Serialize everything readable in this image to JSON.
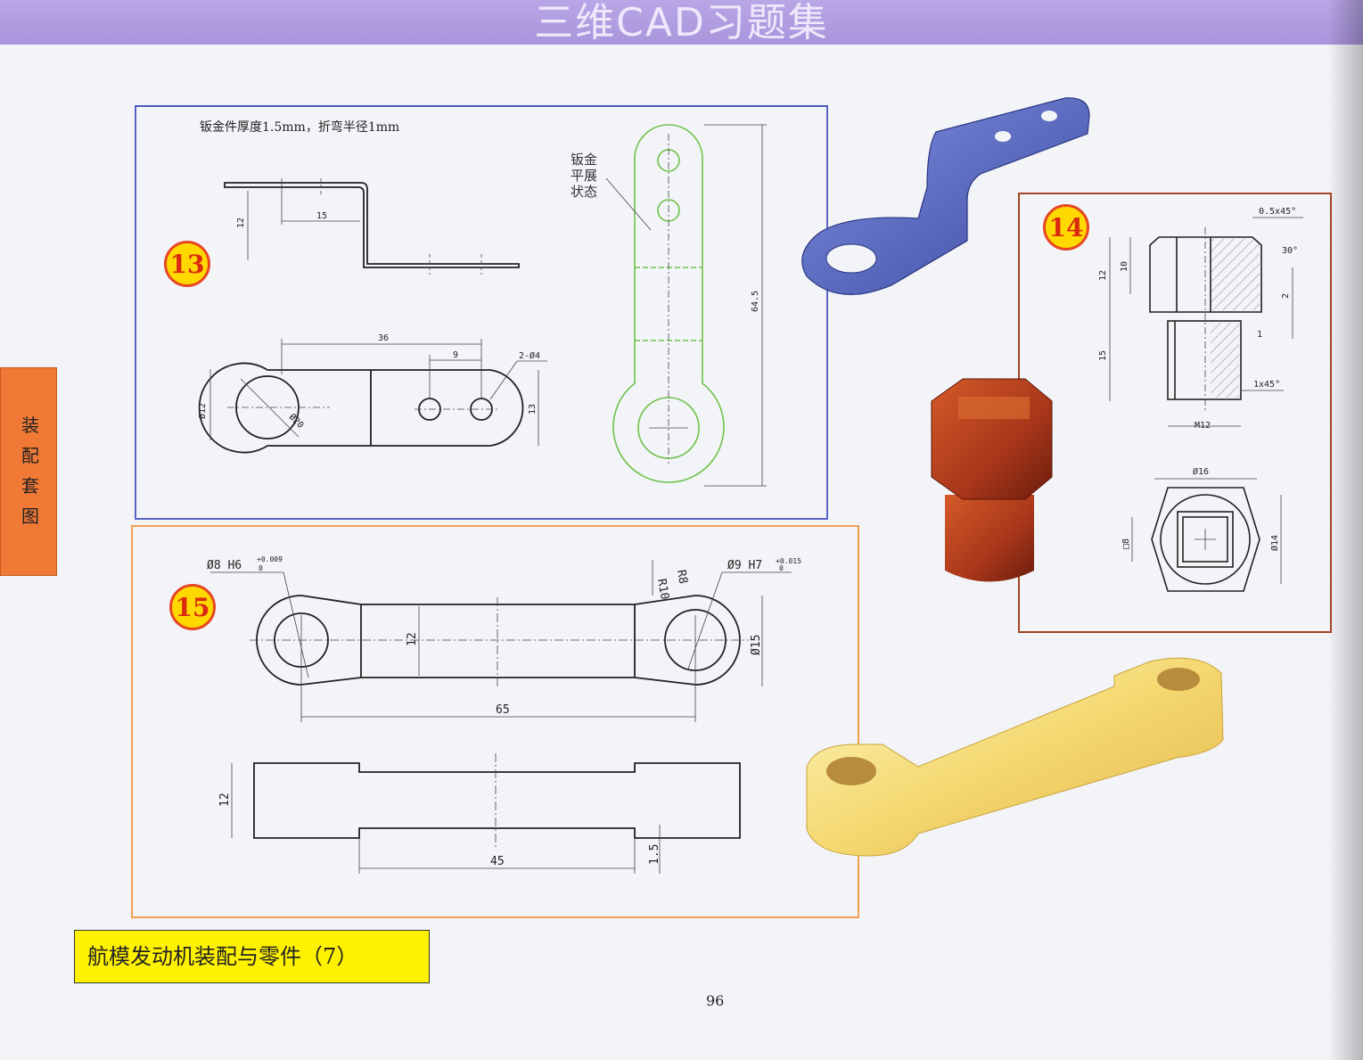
{
  "header": {
    "title": "三维CAD习题集"
  },
  "side_tab": {
    "label": "装配套图"
  },
  "exercise_13": {
    "number": "13",
    "note": "钣金件厚度1.5mm，折弯半径1mm",
    "flat_label": "钣金平展状态",
    "dims": {
      "bend_height": "12",
      "bend_offset": "15",
      "length": "36",
      "hole_spacing": "9",
      "holes": "2-Ø4",
      "end_dia": "Ø12",
      "ring_dia": "Ø20",
      "tab_width": "13",
      "flat_length": "64.5"
    }
  },
  "exercise_14": {
    "number": "14",
    "dims": {
      "chamfer_top": "0.5x45°",
      "angle": "30°",
      "head_height": "12",
      "head_inner": "10",
      "step": "2",
      "thread_length": "15",
      "relief": "1",
      "chamfer_bottom": "1x45°",
      "thread": "M12",
      "across_corners": "Ø16",
      "square": "□8",
      "across_flats": "Ø14"
    }
  },
  "exercise_15": {
    "number": "15",
    "dims": {
      "left_hole": "Ø8 H6",
      "left_tol_upper": "+0.009",
      "left_tol_lower": "0",
      "right_hole": "Ø9 H7",
      "right_tol_upper": "+0.015",
      "right_tol_lower": "0",
      "r10": "R10",
      "r8": "R8",
      "boss": "Ø15",
      "mid_height": "12",
      "center_distance": "65",
      "side_height": "12",
      "recess_length": "45",
      "recess_depth": "1.5"
    }
  },
  "caption": "航模发动机装配与零件（7）",
  "page_number": "96",
  "colors": {
    "header": "#a995dc",
    "side_tab": "#f07a35",
    "frame_13": "#5a62c8",
    "frame_14": "#a34424",
    "frame_15": "#f0a050",
    "badge_fill": "#ffd800",
    "badge_text": "#d92a10",
    "flat_pattern": "#6ec24a",
    "caption_bg": "#fff200"
  }
}
